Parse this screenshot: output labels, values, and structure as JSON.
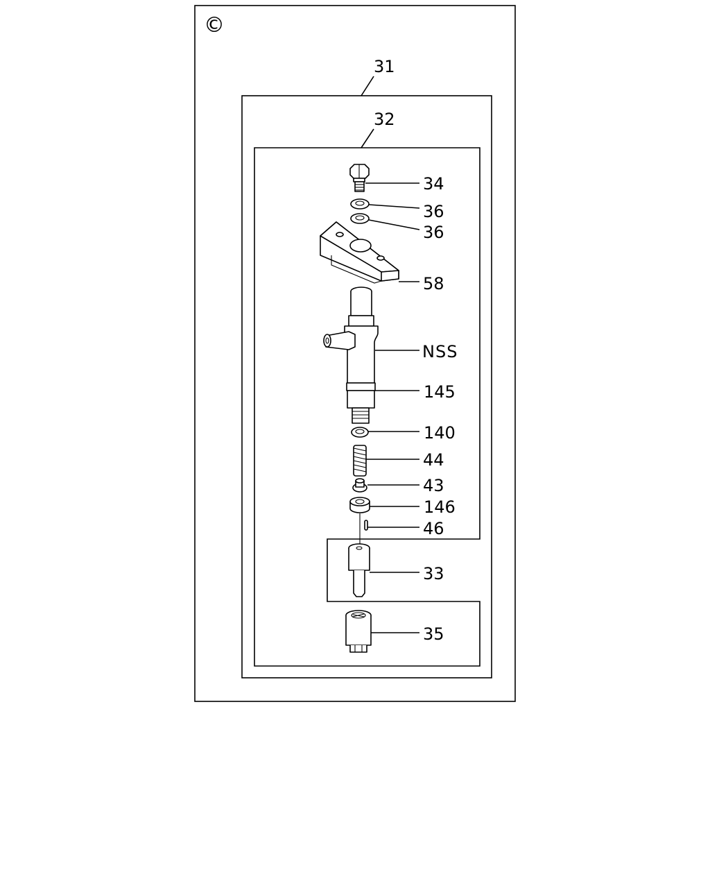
{
  "corner_mark": "©",
  "labels": {
    "assembly": "31",
    "subassembly": "32",
    "bolt": "34",
    "washer_upper": "36",
    "washer_lower": "36",
    "clamp": "58",
    "holder": "NSS",
    "o_ring": "145",
    "shim": "140",
    "spring": "44",
    "spring_seat": "43",
    "spacer": "146",
    "pin": "46",
    "nozzle": "33",
    "retaining_nut": "35"
  }
}
